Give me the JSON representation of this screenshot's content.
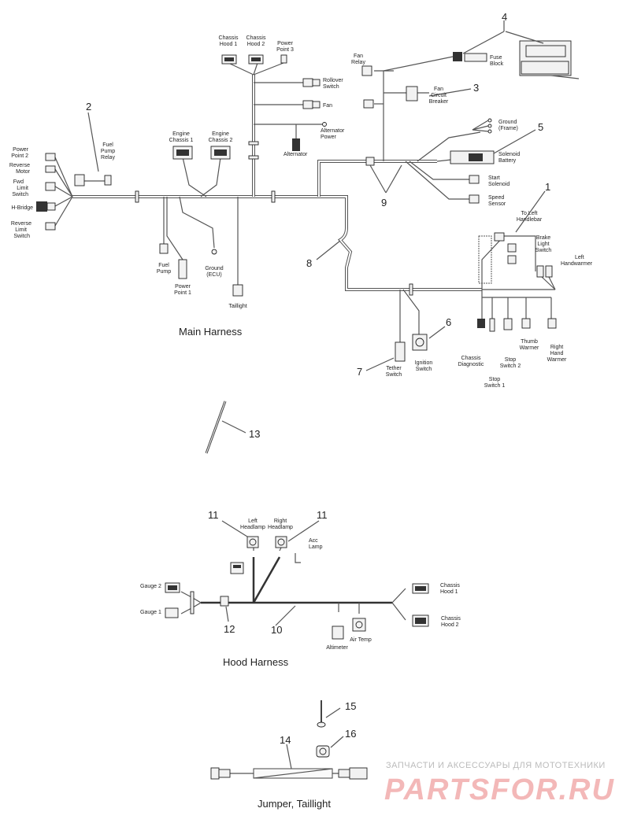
{
  "sections": {
    "main": "Main Harness",
    "hood": "Hood Harness",
    "jumper": "Jumper, Taillight"
  },
  "main_harness": {
    "labels": {
      "chassis_hood_1": [
        "Chassis",
        "Hood 1"
      ],
      "chassis_hood_2": [
        "Chassis",
        "Hood 2"
      ],
      "power_point_3": [
        "Power",
        "Point 3"
      ],
      "fan_relay": [
        "Fan",
        "Relay"
      ],
      "fuse_block": [
        "Fuse",
        "Block"
      ],
      "rollover_switch": [
        "Rollover",
        "Switch"
      ],
      "fan": [
        "Fan"
      ],
      "fan_circuit_breaker": [
        "Fan",
        "Circuit",
        "Breaker"
      ],
      "alternator_power": [
        "Alternator",
        "Power"
      ],
      "alternator": [
        "Alternator"
      ],
      "ground_frame": [
        "Ground",
        "(Frame)"
      ],
      "solenoid_battery": [
        "Solenoid",
        "Battery"
      ],
      "start_solenoid": [
        "Start",
        "Solenoid"
      ],
      "speed_sensor": [
        "Speed",
        "Sensor"
      ],
      "power_point_2": [
        "Power",
        "Point 2"
      ],
      "reverse_motor": [
        "Reverse",
        "Motor"
      ],
      "fwd_limit_switch": [
        "Fwd",
        "Limit",
        "Switch"
      ],
      "h_bridge": [
        "H-Bridge"
      ],
      "reverse_limit_switch": [
        "Reverse",
        "Limit",
        "Switch"
      ],
      "fuel_pump_relay": [
        "Fuel",
        "Pump",
        "Relay"
      ],
      "engine_chassis_1": [
        "Engine",
        "Chassis 1"
      ],
      "engine_chassis_2": [
        "Engine",
        "Chassis 2"
      ],
      "fuel_pump": [
        "Fuel",
        "Pump"
      ],
      "power_point_1": [
        "Power",
        "Point 1"
      ],
      "ground_ecu": [
        "Ground",
        "(ECU)"
      ],
      "taillight": [
        "Taillight"
      ],
      "to_left_handlebar": [
        "To Left",
        "Handlebar"
      ],
      "brake_light_switch": [
        "Brake",
        "Light",
        "Switch"
      ],
      "left_handwarmer": [
        "Left",
        "Handwarmer"
      ],
      "chassis_diagnostic": [
        "Chassis",
        "Diagnostic"
      ],
      "stop_switch_1": [
        "Stop",
        "Switch 1"
      ],
      "stop_switch_2": [
        "Stop",
        "Switch 2"
      ],
      "thumb_warmer": [
        "Thumb",
        "Warmer"
      ],
      "right_hand_warmer": [
        "Right",
        "Hand",
        "Warmer"
      ],
      "tether_switch": [
        "Tether",
        "Switch"
      ],
      "ignition_switch": [
        "Ignition",
        "Switch"
      ]
    }
  },
  "hood_harness": {
    "labels": {
      "left_headlamp": [
        "Left",
        "Headlamp"
      ],
      "right_headlamp": [
        "Right",
        "Headlamp"
      ],
      "acc_lamp": [
        "Acc",
        "Lamp"
      ],
      "gauge_2": [
        "Gauge 2"
      ],
      "gauge_1": [
        "Gauge 1"
      ],
      "chassis_hood_1": [
        "Chassis",
        "Hood 1"
      ],
      "chassis_hood_2": [
        "Chassis",
        "Hood 2"
      ],
      "altimeter": [
        "Altimeter"
      ],
      "air_temp": [
        "Air Temp"
      ]
    }
  },
  "callouts": [
    "1",
    "2",
    "3",
    "4",
    "5",
    "6",
    "7",
    "8",
    "9",
    "10",
    "11",
    "12",
    "13",
    "14",
    "15",
    "16"
  ],
  "watermark": {
    "line1": "ЗАПЧАСТИ И АКСЕССУАРЫ ДЛЯ МОТОТЕХНИКИ",
    "line2": "PARTSFOR.RU"
  },
  "colors": {
    "line": "#555555",
    "text": "#222222",
    "watermark_red": "#f3b8b8"
  }
}
